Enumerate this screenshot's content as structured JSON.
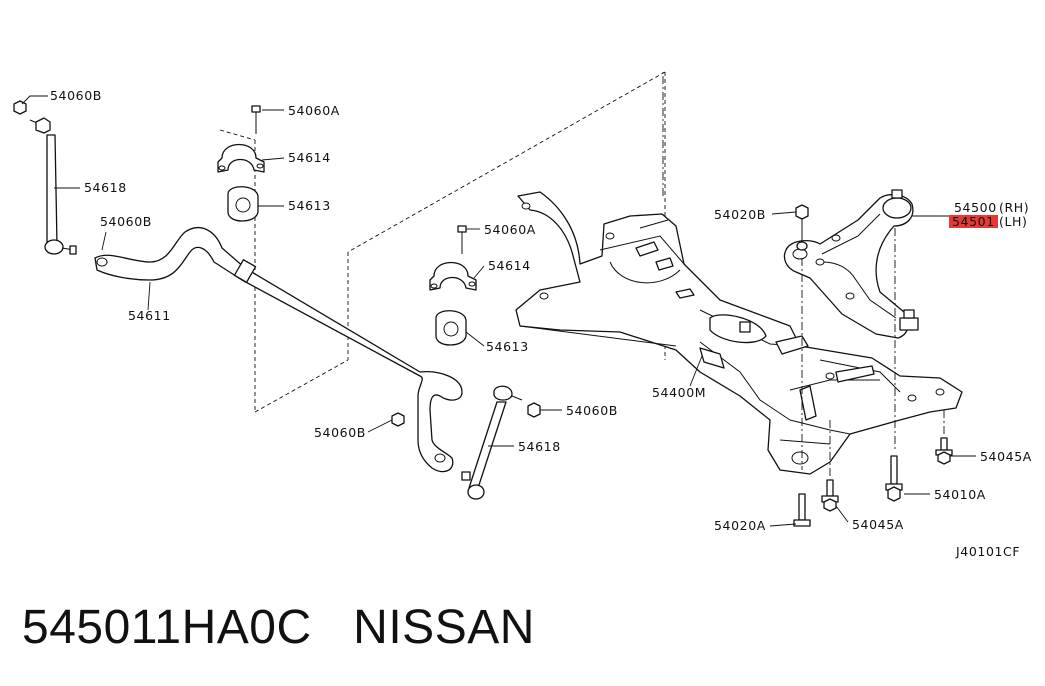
{
  "caption": {
    "part_number": "545011HA0C",
    "brand": "NISSAN"
  },
  "diagram": {
    "code": "J40101CF",
    "highlight_color": "#e53935",
    "labels": {
      "l_54060B_top": "54060B",
      "l_54618_left": "54618",
      "l_54060B_left": "54060B",
      "l_54611": "54611",
      "l_54060A_top": "54060A",
      "l_54614_top": "54614",
      "l_54613_top": "54613",
      "l_54060A_mid": "54060A",
      "l_54614_mid": "54614",
      "l_54613_mid": "54613",
      "l_54060B_bot": "54060B",
      "l_54060B_right": "54060B",
      "l_54618_right": "54618",
      "l_54400M": "54400M",
      "l_54020B": "54020B",
      "l_54500": "54500",
      "l_rh": "(RH)",
      "l_54501": "54501",
      "l_lh": "(LH)",
      "l_54045A_right": "54045A",
      "l_54010A": "54010A",
      "l_54020A": "54020A",
      "l_54045A_bot": "54045A"
    }
  }
}
